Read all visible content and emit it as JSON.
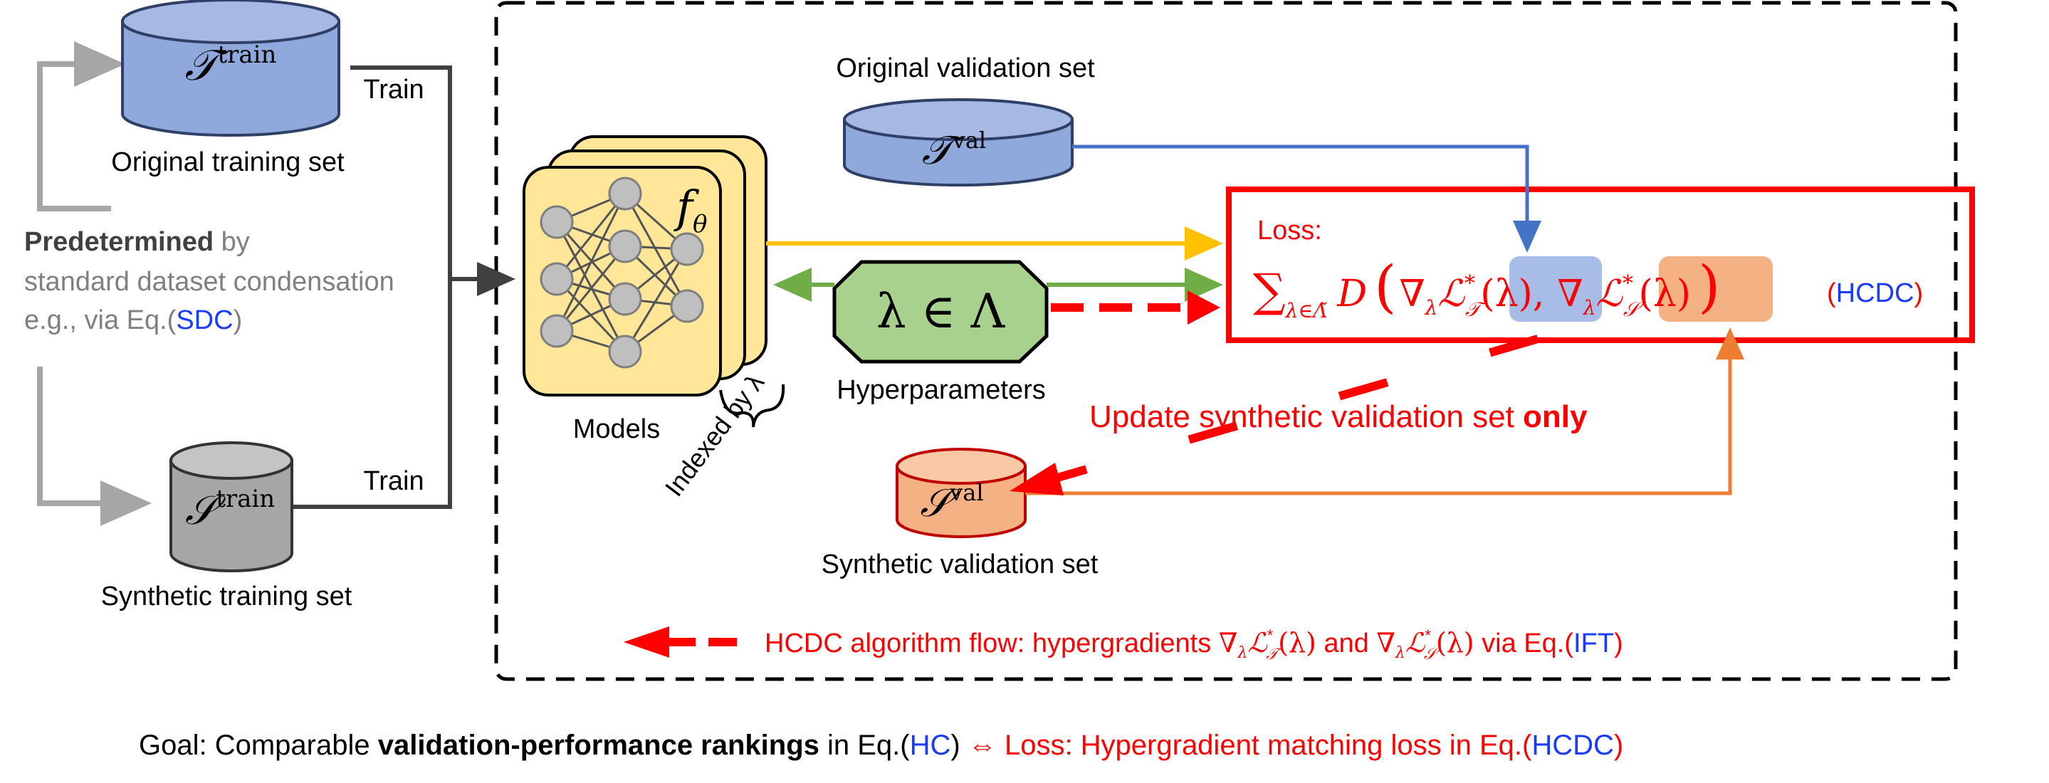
{
  "train_set": {
    "symbol": "𝒯",
    "sup": "train",
    "label": "Original training set",
    "edge": "Train"
  },
  "syn_train_set": {
    "symbol": "𝒮",
    "sup": "train",
    "label": "Synthetic training set",
    "edge": "Train"
  },
  "predetermined": {
    "bold": "Predetermined",
    "rest": " by",
    "line2": "standard dataset condensation",
    "line3_prefix": "e.g., via Eq.(",
    "line3_ref": "SDC",
    "line3_suffix": ")"
  },
  "val_set": {
    "title": "Original validation set",
    "symbol": "𝒯",
    "sup": "val"
  },
  "models": {
    "label": "Models",
    "symbol": "f",
    "sub": "θ",
    "indexed": "Indexed by λ"
  },
  "hyper": {
    "symbol": "λ ∈ Λ",
    "label": "Hyperparameters"
  },
  "loss": {
    "title": "Loss:",
    "sum": "∑",
    "sum_sub": "λ∈Λ̃",
    "D": "D",
    "open": "(",
    "close": ")",
    "nabla": "∇",
    "nabla_sub": "λ",
    "L": "ℒ",
    "star": "*",
    "T_sub": "𝒯",
    "S_sub": "𝒮",
    "arg": "(λ)",
    "comma": ",",
    "tag_open": "(",
    "tag": "HCDC",
    "tag_close": ")"
  },
  "update": {
    "prefix": "Update synthetic validation set ",
    "bold": "only"
  },
  "syn_val_set": {
    "symbol": "𝒮",
    "sup": "val",
    "label": "Synthetic validation set"
  },
  "legend": {
    "text1": "HCDC algorithm flow: hypergradients ",
    "and": " and ",
    "via": " via Eq.(",
    "ref": "IFT",
    "close": ")"
  },
  "goal": {
    "prefix": "Goal: Comparable ",
    "bold": "validation-performance rankings",
    "mid": " in Eq.(",
    "ref1": "HC",
    "close1": ")",
    "iff": " ⇔ ",
    "loss_text": "Loss: Hypergradient matching loss in Eq.(",
    "ref2": "HCDC",
    "close2": ")"
  },
  "colors": {
    "red": "#ff0000",
    "blue": "#1a3cff",
    "val_blue": "#8fa9dc",
    "syn_val_orange": "#f4b183",
    "gray_cyl": "#a6a6a6",
    "model_yellow": "#ffe699",
    "hyper_green": "#a9d18e",
    "arrow_yellow": "#ffc000",
    "arrow_green": "#70ad47",
    "arrow_blue": "#4472c4",
    "arrow_orange": "#ed7d31",
    "arrow_gray": "#a6a6a6"
  }
}
